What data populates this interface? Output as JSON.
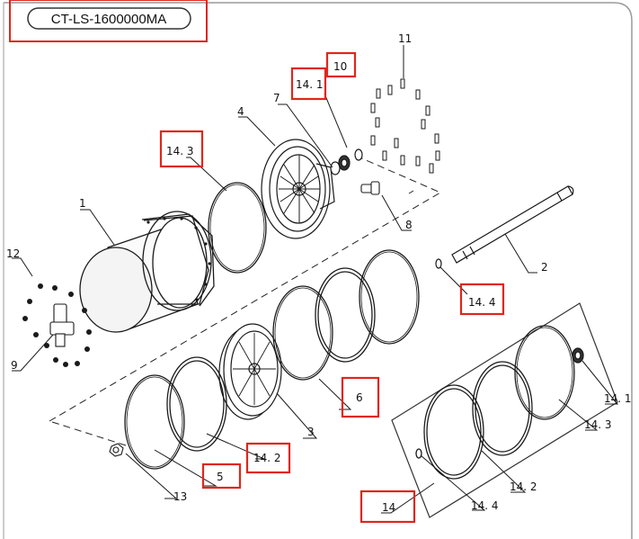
{
  "title": "CT-LS-1600000MA",
  "colors": {
    "highlight": "#e0261b",
    "line": "#1a1a1a",
    "frame": "#9a9a9a"
  },
  "labels": {
    "p1": "1",
    "p2": "2",
    "p3": "3",
    "p4": "4",
    "p5": "5",
    "p6": "6",
    "p7": "7",
    "p8": "8",
    "p9": "9",
    "p10": "10",
    "p11": "11",
    "p12": "12",
    "p13": "13",
    "p14": "14",
    "p14_1_top": "14. 1",
    "p14_1_kit": "14. 1",
    "p14_2_main": "14. 2",
    "p14_2_kit": "14. 2",
    "p14_3_top": "14. 3",
    "p14_3_kit": "14. 3",
    "p14_4_main": "14. 4",
    "p14_4_kit": "14. 4"
  }
}
